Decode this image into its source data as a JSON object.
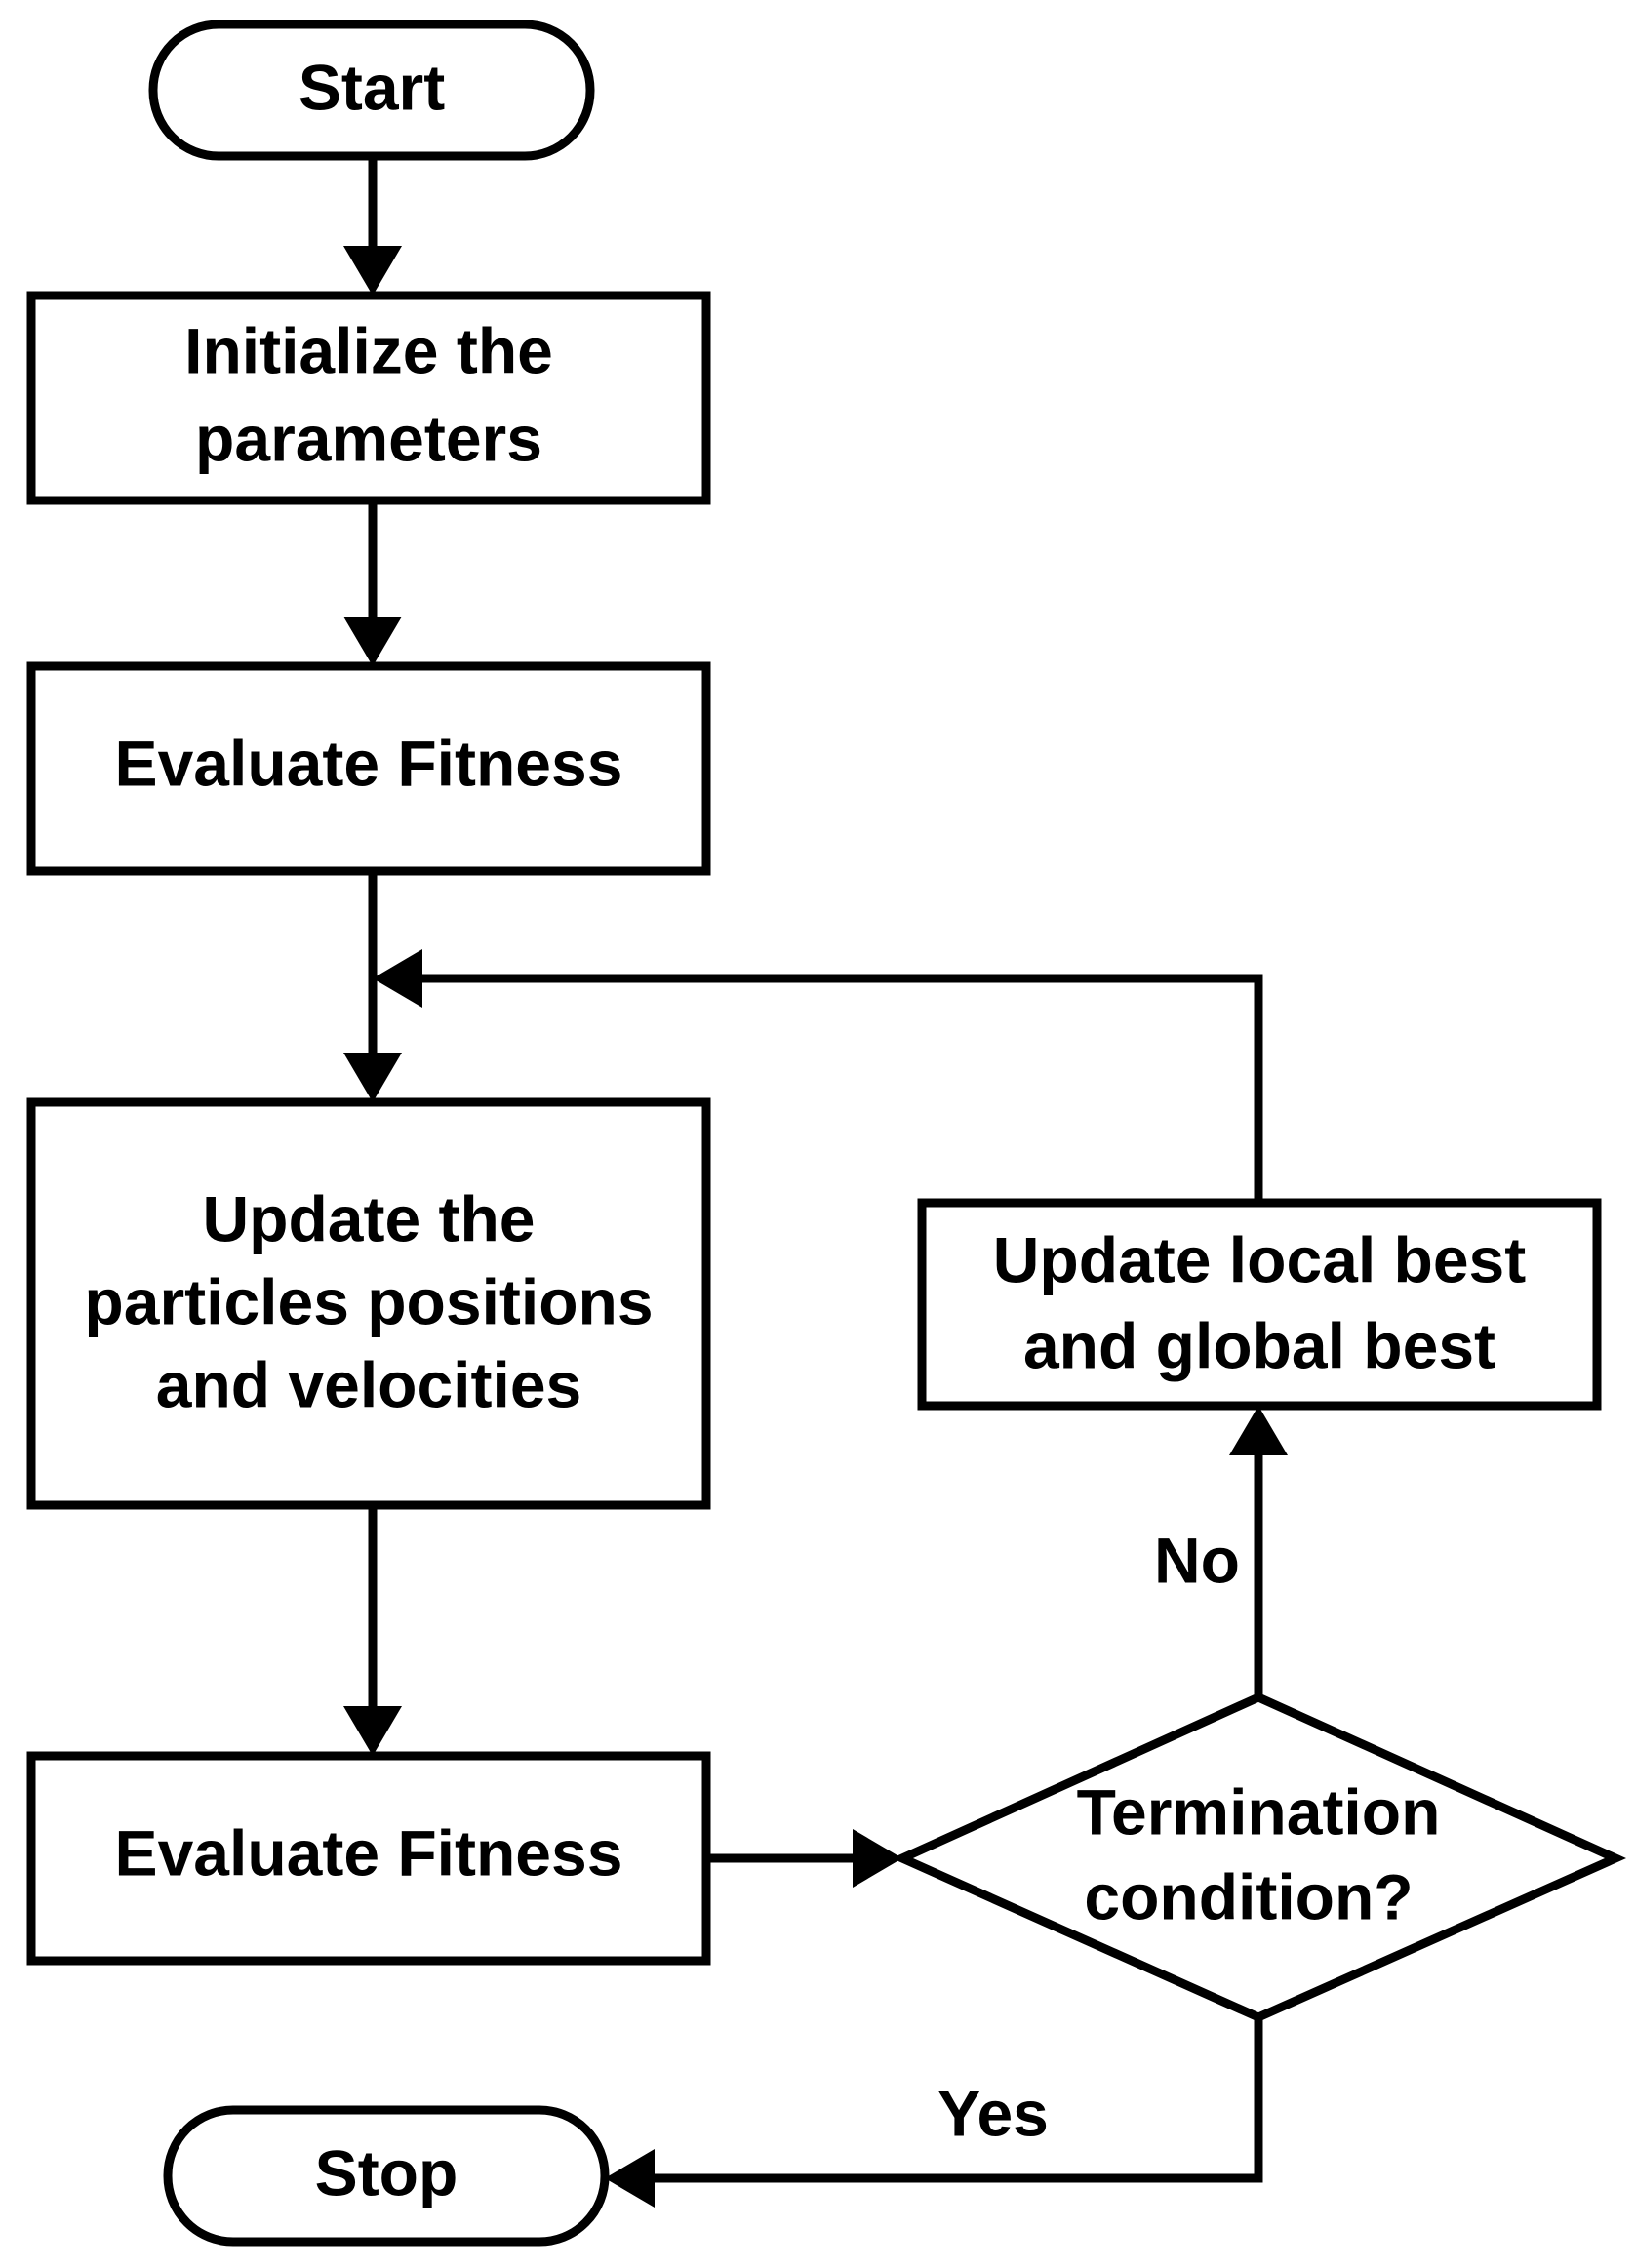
{
  "flowchart": {
    "nodes": {
      "start": {
        "lines": [
          "Start"
        ]
      },
      "init": {
        "lines": [
          "Initialize the",
          "parameters"
        ]
      },
      "eval1": {
        "lines": [
          "Evaluate Fitness"
        ]
      },
      "update_particles": {
        "lines": [
          "Update the",
          "particles positions",
          "and velocities"
        ]
      },
      "eval2": {
        "lines": [
          "Evaluate Fitness"
        ]
      },
      "decision": {
        "lines": [
          "Termination",
          "condition?"
        ]
      },
      "update_best": {
        "lines": [
          "Update local best",
          "and global best"
        ]
      },
      "stop": {
        "lines": [
          "Stop"
        ]
      }
    },
    "edges": {
      "no_label": "No",
      "yes_label": "Yes"
    }
  }
}
